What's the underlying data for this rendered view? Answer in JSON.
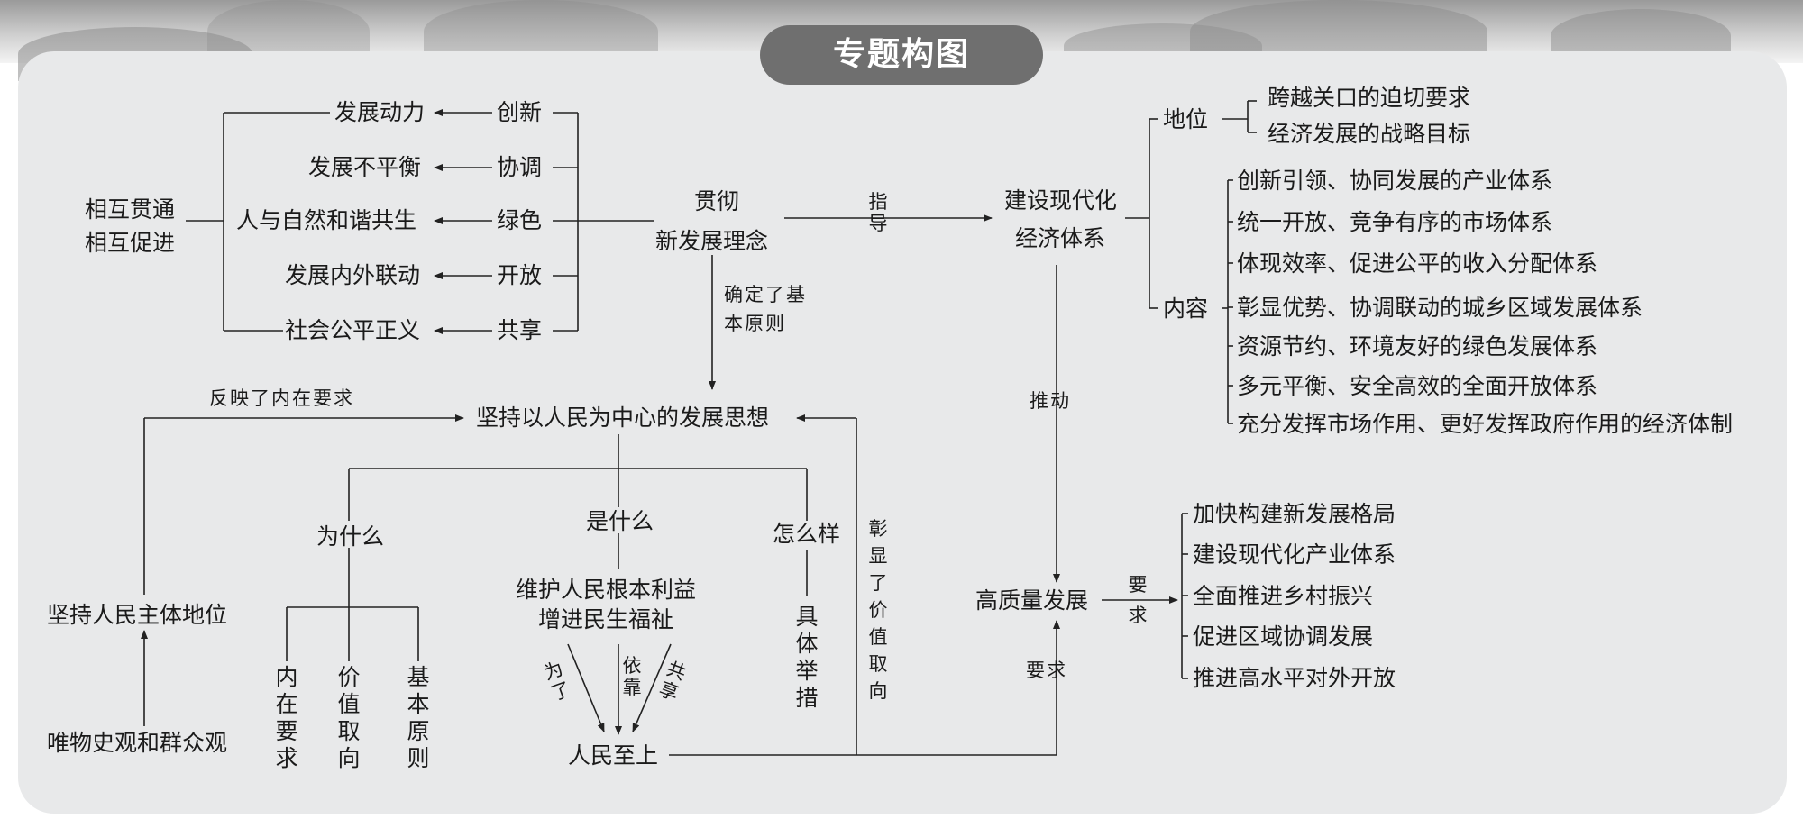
{
  "title": "专题构图",
  "center": {
    "line1": "贯彻",
    "line2": "新发展理念"
  },
  "mutual": {
    "line1": "相互贯通",
    "line2": "相互促进"
  },
  "concepts": [
    {
      "concept": "创新",
      "result": "发展动力"
    },
    {
      "concept": "协调",
      "result": "发展不平衡"
    },
    {
      "concept": "绿色",
      "result": "人与自然和谐共生"
    },
    {
      "concept": "开放",
      "result": "发展内外联动"
    },
    {
      "concept": "共享",
      "result": "社会公平正义"
    }
  ],
  "guide_label": "指导",
  "modern_economy": {
    "line1": "建设现代化",
    "line2": "经济体系"
  },
  "status": {
    "label": "地位",
    "items": [
      "跨越关口的迫切要求",
      "经济发展的战略目标"
    ]
  },
  "content": {
    "label": "内容",
    "items": [
      "创新引领、协同发展的产业体系",
      "统一开放、竞争有序的市场体系",
      "体现效率、促进公平的收入分配体系",
      "彰显优势、协调联动的城乡区域发展体系",
      "资源节约、环境友好的绿色发展体系",
      "多元平衡、安全高效的全面开放体系",
      "充分发挥市场作用、更好发挥政府作用的经济体制"
    ]
  },
  "determine_label": "确定了基本原则",
  "people_thought": "坚持以人民为中心的发展思想",
  "reflect_label": "反映了内在要求",
  "people_subject": "坚持人民主体地位",
  "materialism": "唯物史观和群众观",
  "why": {
    "label": "为什么",
    "items": [
      "内在要求",
      "价值取向",
      "基本原则"
    ]
  },
  "what": {
    "label": "是什么",
    "line1": "维护人民根本利益",
    "line2": "增进民生福祉"
  },
  "how": {
    "label": "怎么样",
    "item": "具体举措"
  },
  "arrow_labels": [
    "为了",
    "依靠",
    "共享"
  ],
  "people_first": "人民至上",
  "value_label": "彰显了价值取向",
  "push_label": "推动",
  "require_label_left": "要求",
  "high_quality": "高质量发展",
  "require_label_right": "要求",
  "requirements": [
    "加快构建新发展格局",
    "建设现代化产业体系",
    "全面推进乡村振兴",
    "促进区域协调发展",
    "推进高水平对外开放"
  ]
}
